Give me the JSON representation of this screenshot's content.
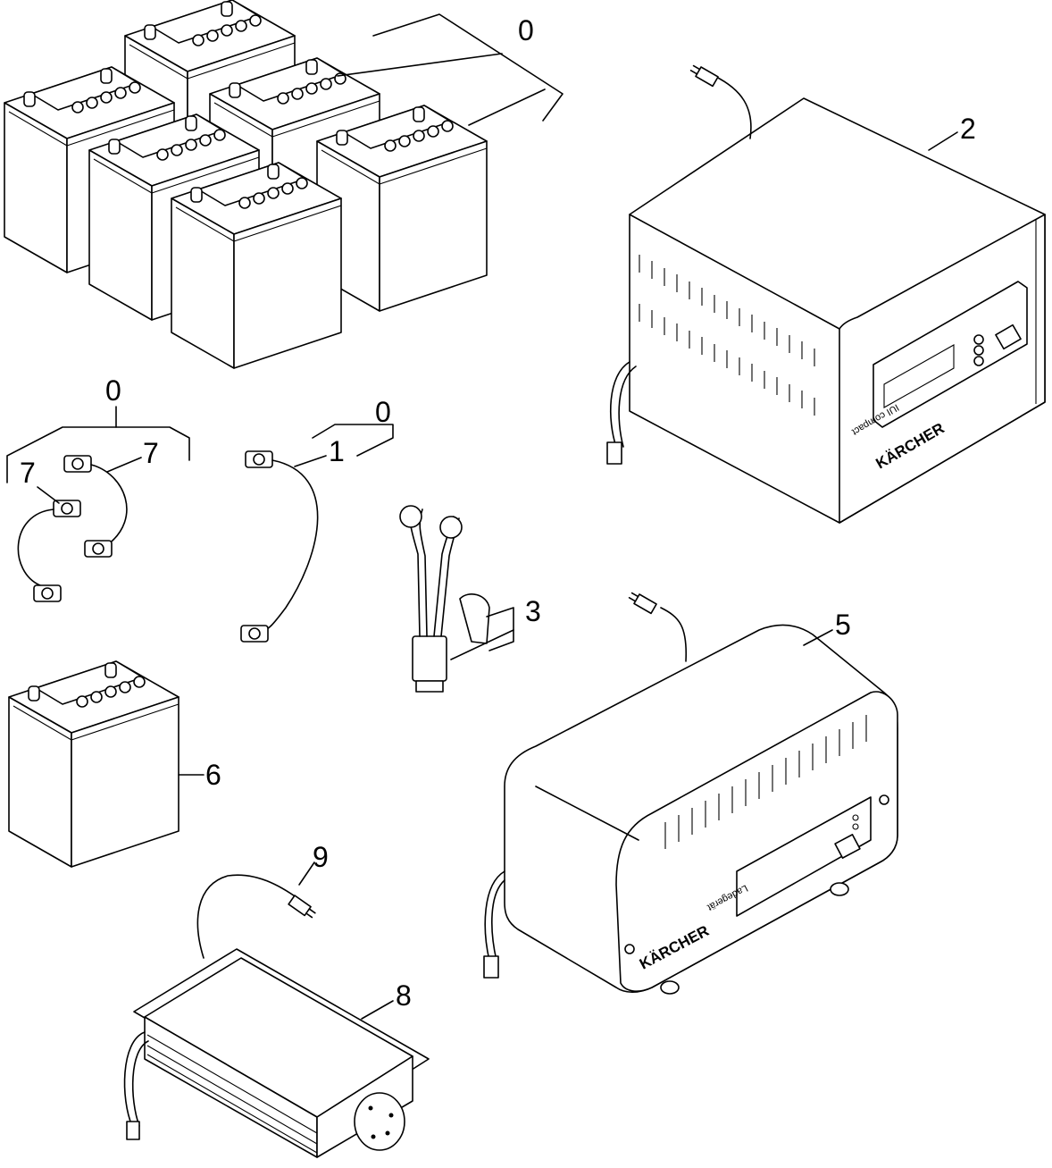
{
  "callouts": {
    "battery_set": "0",
    "charger_large": "2",
    "cable_set": "0",
    "cable_single": "1",
    "cable_single_set": "0",
    "plug_set": "3",
    "charger_medium": "5",
    "battery_single": "6",
    "cable_a": "7",
    "cable_b": "7",
    "charger_small": "8",
    "mains_cable": "9"
  },
  "brand_logos": {
    "charger_large": "KÄRCHER",
    "charger_medium": "KÄRCHER"
  },
  "panel_text": {
    "charger_large": "IUI compact",
    "charger_medium": "Ladegerät"
  },
  "icons": [
    "battery-icon",
    "charger-icon",
    "plug-icon",
    "cable-icon",
    "clamp-icon"
  ]
}
